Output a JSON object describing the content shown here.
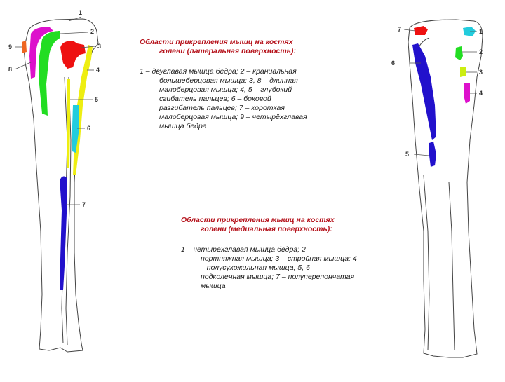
{
  "lateral": {
    "title_line1": "Области прикрепления мышц на костях",
    "title_line2": "голени (латеральная поверхность):",
    "body_first": "1 – двуглавая мышца бедра; 2 – краниальная",
    "body_rest": [
      "большеберцовая мышца; 3, 8 – длинная",
      "малоберцовая мышца; 4, 5 – глубокий",
      "сгибатель пальцев; 6 – боковой",
      "разгибатель пальцев; 7 – короткая",
      "малоберцовая мышца; 9 – четырёхглавая",
      "мышца бедра"
    ],
    "labels": [
      "1",
      "2",
      "3",
      "4",
      "5",
      "6",
      "7",
      "8",
      "9"
    ]
  },
  "medial": {
    "title_line1": "Области прикрепления мышц на костях",
    "title_line2": "голени (медиальная поверхность):",
    "body_first": "1 – четырёхглавая мышца бедра; 2 –",
    "body_rest": [
      "портняжная мышца; 3 – стройная мышца; 4",
      "– полусухожильная мышца; 5, 6 –",
      "подколенная мышца; 7 – полуперепончатая",
      "мышца"
    ],
    "labels": [
      "1",
      "2",
      "3",
      "4",
      "5",
      "6",
      "7"
    ]
  },
  "colors": {
    "red": "#ee1111",
    "magenta": "#dd11cc",
    "green": "#22dd22",
    "orange": "#ee6622",
    "yellow": "#eeee11",
    "cyan": "#22ccdd",
    "blue": "#2211cc",
    "lime": "#ccee11"
  }
}
